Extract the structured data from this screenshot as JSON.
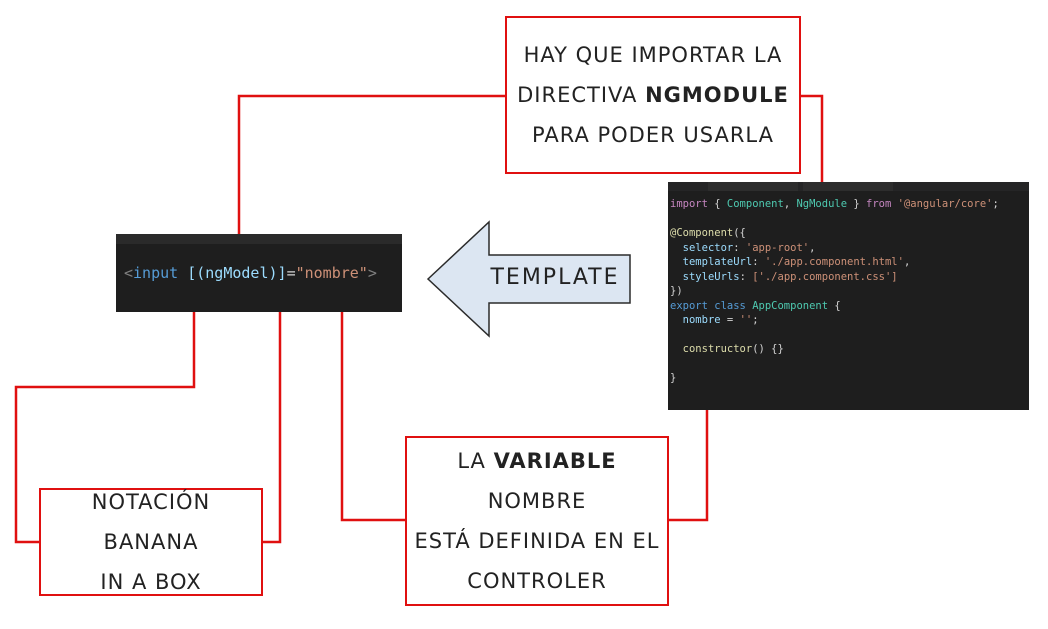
{
  "callouts": {
    "import": {
      "line1": "hay que importar la",
      "line2_pre": "directiva ",
      "line2_bold": "NgModule",
      "line3": "para poder usarla"
    },
    "banana": {
      "line1": "Notación banana",
      "line2": "in a box"
    },
    "variable": {
      "line1_pre": "la ",
      "line1_bold": "variable",
      "line1_post": " nombre",
      "line2": "está definida en el",
      "line3": "controler"
    }
  },
  "template_arrow": {
    "label": "Template"
  },
  "code_template": {
    "open": "<",
    "tag": "input",
    "space": " ",
    "binding": "[(ngModel)]",
    "eq": "=",
    "value": "\"nombre\"",
    "close": ">"
  },
  "code_component": {
    "import_kw": "import",
    "import_mid1": " { ",
    "component": "Component",
    "comma": ", ",
    "ngmodule": "NgModule",
    "import_mid2": " } ",
    "from_kw": "from",
    "import_path": "'@angular/core'",
    "semi": ";",
    "decorator": "@Component",
    "decorator_open": "({",
    "selector_key": "selector",
    "selector_val": "'app-root'",
    "templateurl_key": "templateUrl",
    "templateurl_val": "'./app.component.html'",
    "styleurls_key": "styleUrls",
    "styleurls_val": "['./app.component.css']",
    "decorator_close": "})",
    "export_kw": "export",
    "class_kw": "class",
    "class_name": "AppComponent",
    "brace_open": "{",
    "field_name": "nombre",
    "field_val": "''",
    "ctor": "constructor",
    "ctor_body": "() {}",
    "brace_close": "}"
  },
  "colors": {
    "callout_border": "#e01010",
    "connector": "#e01010",
    "arrow_fill": "#dce6f2",
    "arrow_stroke": "#2b2b2b",
    "code_bg": "#1e1e1e"
  }
}
